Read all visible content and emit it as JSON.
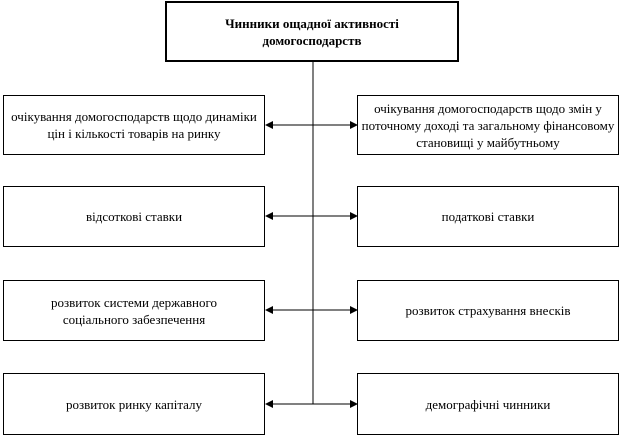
{
  "title": "Чинники ощадної активності домогосподарств",
  "left": [
    "очікування домогосподарств щодо динаміки цін і кількості товарів на ринку",
    "відсоткові ставки",
    "розвиток системи державного соціального забезпечення",
    "розвиток ринку капіталу"
  ],
  "right": [
    "очікування домогосподарств щодо змін у поточному доході та загальному фінансовому становищі у майбутньому",
    "податкові ставки",
    "розвиток страхування внесків",
    "демографічні чинники"
  ]
}
